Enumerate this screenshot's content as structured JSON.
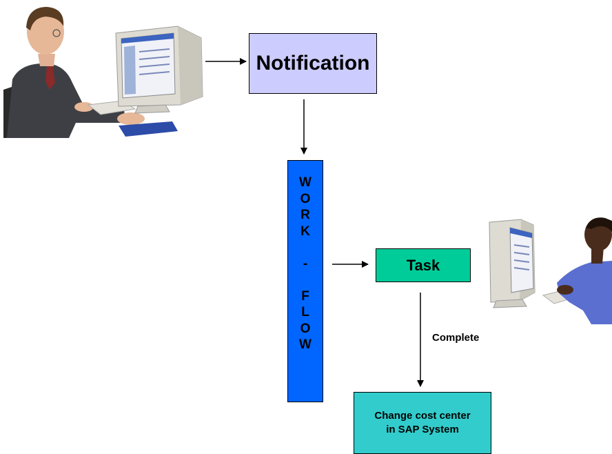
{
  "colors": {
    "notification": "#ccccff",
    "workflow": "#0066ff",
    "task": "#00cc99",
    "sap": "#33cccc",
    "skin_light": "#e6b898",
    "skin_dark": "#4a2c1c",
    "suit": "#3d3f44",
    "shirt_blue": "#5a6fd0",
    "monitor": "#dedbd2"
  },
  "nodes": {
    "notification": "Notification",
    "task": "Task",
    "sap_line1": "Change cost center",
    "sap_line2": "in SAP System"
  },
  "workflow": {
    "letters": [
      "W",
      "O",
      "R",
      "K",
      "",
      "-",
      "",
      "F",
      "L",
      "O",
      "W"
    ]
  },
  "edges": {
    "complete": "Complete"
  },
  "icons": {
    "user_left": "person-at-computer-icon",
    "user_right": "person-at-computer-icon"
  }
}
